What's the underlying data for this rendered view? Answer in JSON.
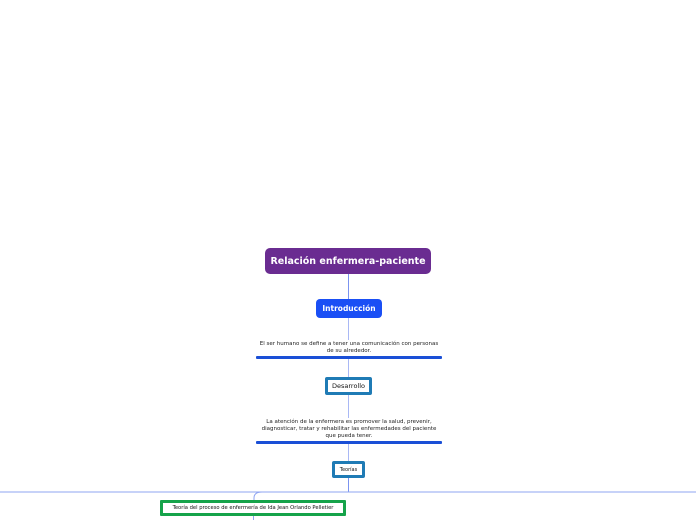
{
  "map": {
    "root": "Relación enfermera-paciente",
    "intro": "Introducción",
    "intro_text": "El ser humano se define a tener una  comunicación con personas de su alrededor.",
    "desarrollo": "Desarrollo",
    "desarrollo_text": "La atención de la enfermera es promover la salud, prevenir, diagnosticar, tratar y rehabilitar las enfermedades del paciente que pueda tener.",
    "teorias": "Teorías",
    "teoria_1": "Teoría del proceso de enfermería de Ida Jean Orlando Pelletier"
  },
  "colors": {
    "root_fill": "#6a2c91",
    "intro_fill": "#1a4ff5",
    "connector": "#7b93f0",
    "underline": "#1a4fd6",
    "box_border": "#1f7bb5",
    "teoria_border": "#16a34a"
  }
}
